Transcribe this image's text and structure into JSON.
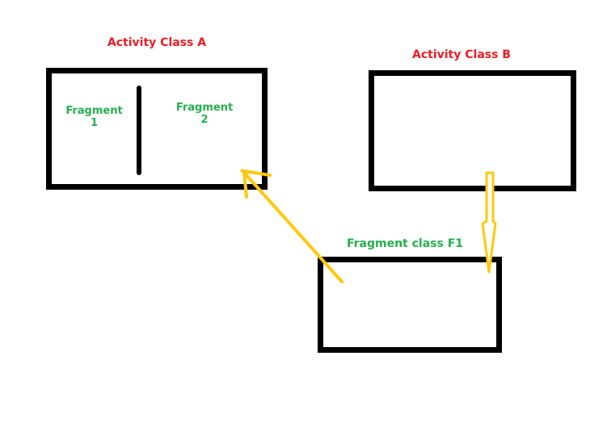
{
  "colors": {
    "activity_label_color": "#ED1C24",
    "fragment_label_color": "#22B14C",
    "box_border_color": "#000000",
    "arrow_color": "#FFC90E",
    "background": "#FFFFFF"
  },
  "boxes": {
    "activity_a": {
      "label": "Activity Class A"
    },
    "activity_b": {
      "label": "Activity Class B"
    },
    "fragment_f1": {
      "label": "Fragment class F1"
    }
  },
  "fragments": {
    "f1": {
      "name": "Fragment",
      "number": "1"
    },
    "f2": {
      "name": "Fragment",
      "number": "2"
    }
  },
  "arrows": [
    {
      "id": "f1-class-to-activity-a",
      "style": "solid-freehand",
      "from": "Fragment class F1",
      "to": "Activity Class A (Fragment 2 pane)",
      "color": "#FFC90E"
    },
    {
      "id": "activity-b-to-f1-class",
      "style": "hollow-outline",
      "from": "Activity Class B",
      "to": "Fragment class F1",
      "color": "#FFC90E"
    }
  ]
}
